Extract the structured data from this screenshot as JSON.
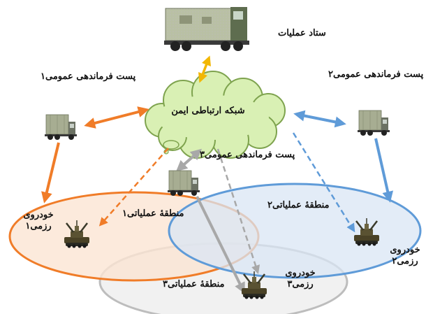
{
  "nodes": {
    "hq": "ستاد عملیات",
    "network": "شبکه ارتباطی ایمن",
    "post1": "پست فرماندهی عمومی۱",
    "post2": "پست فرماندهی عمومی۲",
    "post3": "پست فرماندهی عمومی۳",
    "zone1": "منطقهٔ عملیاتی۱",
    "zone2": "منطقهٔ عملیاتی۲",
    "zone3": "منطقهٔ عملیاتی۳",
    "vehicle1": "خودروی رزمی۱",
    "vehicle2": "خودروی رزمی۲",
    "vehicle3": "خودروی رزمی۳"
  },
  "colors": {
    "cloud_fill": "#d9f0b4",
    "cloud_stroke": "#7ea34e",
    "hq_link": "#f2b705",
    "post1_link": "#f07c28",
    "post2_link": "#5f9bd8",
    "post3_link": "#a8a8a8",
    "zone1_fill": "#fbe5d3",
    "zone1_stroke": "#f07c28",
    "zone2_fill": "#d9e6f4",
    "zone2_stroke": "#5f9bd8",
    "zone3_fill": "#eeeeee",
    "zone3_stroke": "#bdbdbd"
  },
  "icons": {
    "hq": "command-truck-icon",
    "post": "command-post-truck-icon",
    "vehicle": "combat-vehicle-icon"
  }
}
